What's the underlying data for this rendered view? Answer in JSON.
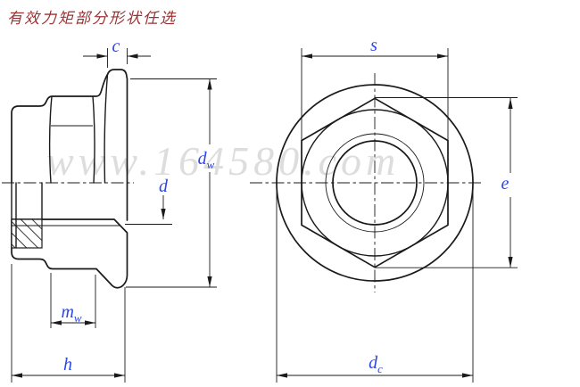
{
  "note": {
    "text": "有效力矩部分形状任选"
  },
  "watermark": {
    "text": "www.164580.com"
  },
  "colors": {
    "line": "#1a1a1a",
    "dim_label": "#2a47e6",
    "note_text": "#993333",
    "watermark": "#c9c9c9",
    "background": "#ffffff"
  },
  "section_view": {
    "description": "side half-section of hex flange lock nut",
    "dims": {
      "c": {
        "label": "c"
      },
      "dw": {
        "main": "d",
        "sub": "w"
      },
      "d": {
        "label": "d"
      },
      "mw": {
        "main": "m",
        "sub": "w"
      },
      "h": {
        "label": "h"
      }
    }
  },
  "top_view": {
    "description": "face view of hex flange lock nut",
    "dims": {
      "s": {
        "label": "s"
      },
      "e": {
        "label": "e"
      },
      "dc": {
        "main": "d",
        "sub": "c"
      }
    }
  }
}
